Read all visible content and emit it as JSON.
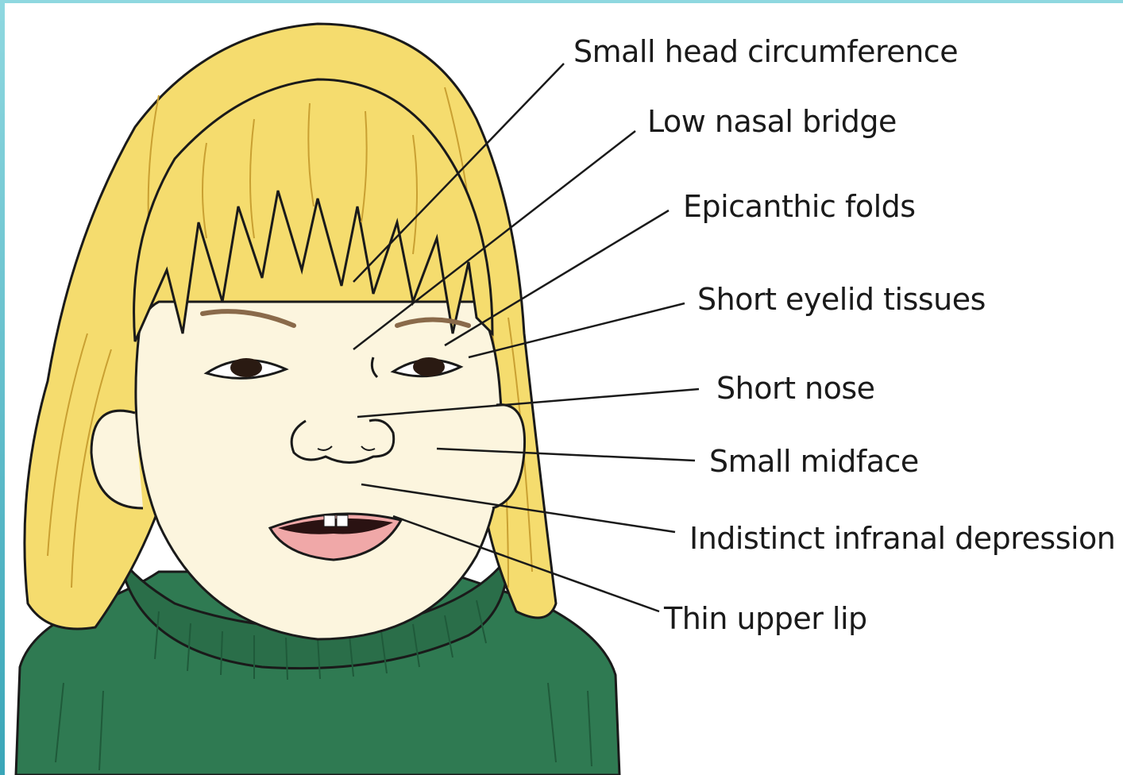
{
  "colors": {
    "hair": "#f5dc6e",
    "hair_shadow": "#e8c24a",
    "skin": "#fcf5de",
    "sweater": "#2f7a52",
    "sweater_dark": "#1f5a3a",
    "lip": "#f0a8a8",
    "line": "#1a1a1a",
    "frame_accent": "#8fd8e0"
  },
  "labels": [
    {
      "id": "head",
      "text": "Small head circumference"
    },
    {
      "id": "nasal_bridge",
      "text": "Low nasal bridge"
    },
    {
      "id": "epicanthic",
      "text": "Epicanthic folds"
    },
    {
      "id": "eyelid",
      "text": "Short eyelid tissues"
    },
    {
      "id": "nose",
      "text": "Short  nose"
    },
    {
      "id": "midface",
      "text": "Small midface"
    },
    {
      "id": "infranal",
      "text": "Indistinct infranal depression"
    },
    {
      "id": "lip",
      "text": "Thin upper lip"
    }
  ]
}
